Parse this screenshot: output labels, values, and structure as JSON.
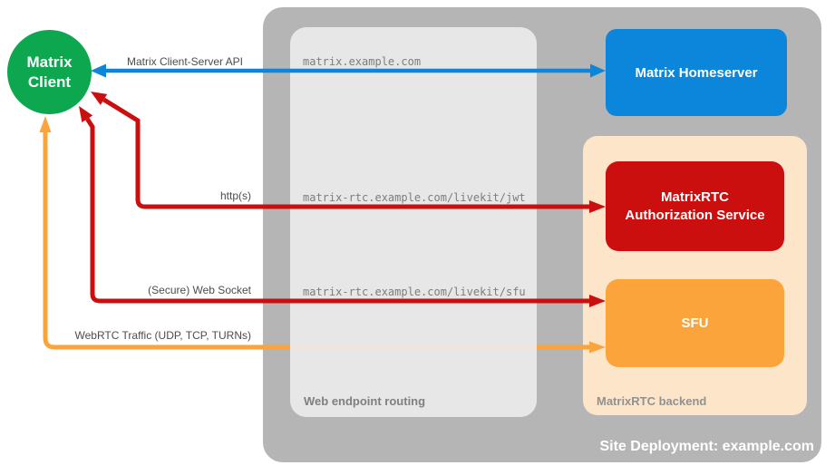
{
  "diagram": {
    "title": "Site Deployment: example.com",
    "client": {
      "label": "Matrix\nClient"
    },
    "homeserver": {
      "label": "Matrix Homeserver"
    },
    "auth_service": {
      "label": "MatrixRTC Authorization Service"
    },
    "sfu": {
      "label": "SFU"
    },
    "web_endpoint_routing": {
      "label": "Web endpoint routing",
      "routes": [
        "matrix.example.com",
        "matrix-rtc.example.com/livekit/jwt",
        "matrix-rtc.example.com/livekit/sfu"
      ]
    },
    "backend": {
      "label": "MatrixRTC backend"
    },
    "connections": [
      {
        "label": "Matrix Client-Server API",
        "from": "Matrix Client",
        "to": "Matrix Homeserver",
        "route": "matrix.example.com",
        "color": "#0c86da",
        "bidirectional": true
      },
      {
        "label": "http(s)",
        "from": "Matrix Client",
        "to": "MatrixRTC Authorization Service",
        "route": "matrix-rtc.example.com/livekit/jwt",
        "color": "#cb0e0e",
        "bidirectional": true
      },
      {
        "label": "(Secure) Web Socket",
        "from": "Matrix Client",
        "to": "SFU",
        "route": "matrix-rtc.example.com/livekit/sfu",
        "color": "#cb0e0e",
        "bidirectional": true
      },
      {
        "label": "WebRTC Traffic (UDP, TCP, TURNs)",
        "from": "Matrix Client",
        "to": "SFU",
        "route": "",
        "color": "#fba43c",
        "bidirectional": true
      }
    ],
    "colors": {
      "client_green": "#0da750",
      "homeserver_blue": "#0c86da",
      "auth_red": "#cb0e0e",
      "sfu_orange": "#fba43c",
      "backend_panel": "#fce5c9",
      "outer_gray": "#b5b5b5",
      "inner_gray": "#ececec"
    }
  }
}
